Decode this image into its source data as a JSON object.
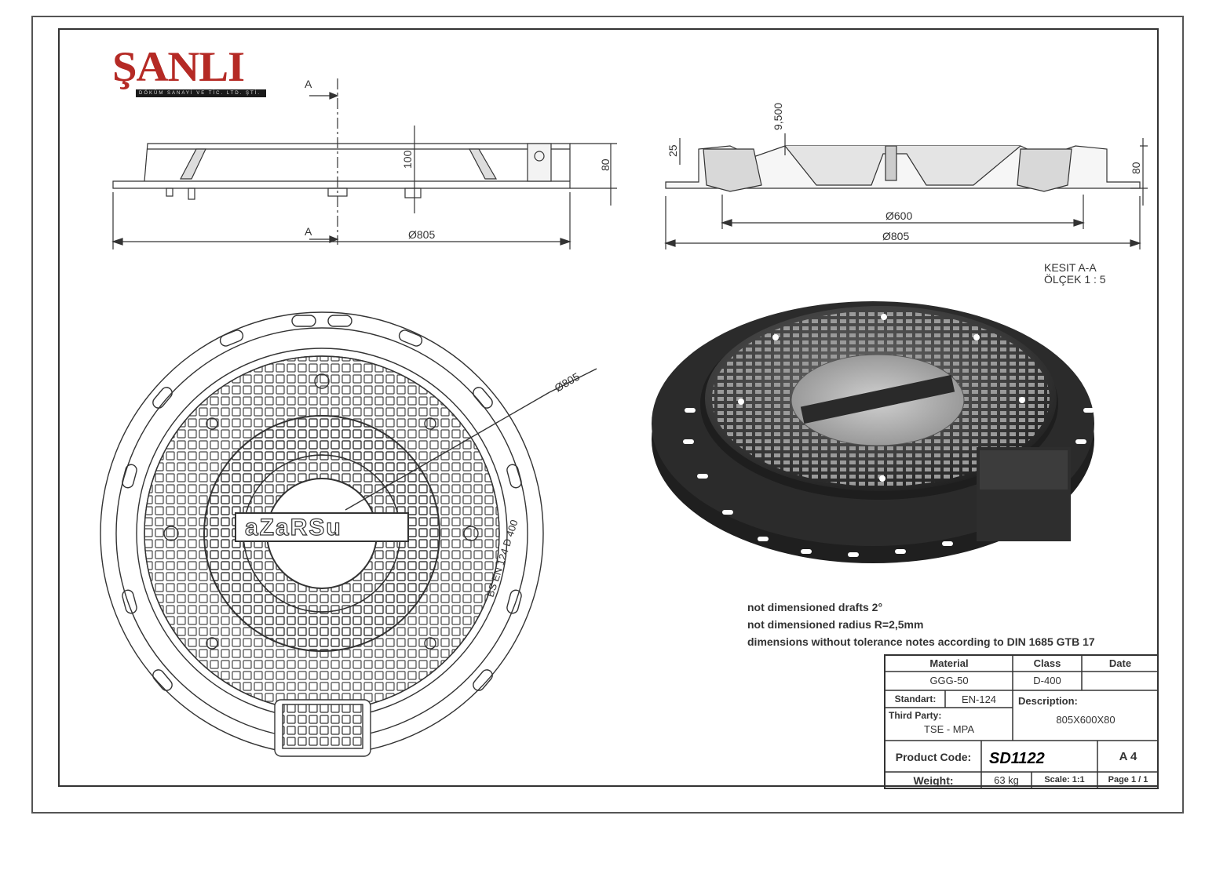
{
  "logo": {
    "name": "ŞANLI",
    "subtitle": "DÖKÜM SANAYİ VE TİC. LTD. ŞTİ."
  },
  "side_view": {
    "section_marker_top": "A",
    "section_marker_bottom": "A",
    "dim_height_100": "100",
    "dim_height_80": "80",
    "dim_diameter": "Ø805"
  },
  "section_view": {
    "dim_9500": "9,500",
    "dim_25": "25",
    "dim_80": "80",
    "dim_600": "Ø600",
    "dim_805": "Ø805"
  },
  "section_label": {
    "line1": "KESIT A-A",
    "line2": "ÖLÇEK 1 : 5"
  },
  "plan_view": {
    "dim_805": "Ø805",
    "rim_text": "BS EN 124 D 400",
    "brand_text": "aZaRSu"
  },
  "notes": [
    "not dimensioned drafts 2°",
    "not dimensioned radius R=2,5mm",
    "dimensions without tolerance notes according to DIN 1685 GTB 17"
  ],
  "title_block": {
    "material_label": "Material",
    "material_value": "GGG-50",
    "class_label": "Class",
    "class_value": "D-400",
    "date_label": "Date",
    "date_value": "",
    "standard_label": "Standart:",
    "standard_value": "EN-124",
    "third_party_label": "Third Party:",
    "third_party_value": "TSE  -  MPA",
    "description_label": "Description:",
    "description_value": "805X600X80",
    "product_code_label": "Product Code:",
    "product_code_value": "SD1122",
    "sheet_size": "A 4",
    "weight_label": "Weight:",
    "weight_value": "63 kg",
    "scale": "Scale: 1:1",
    "page": "Page 1 / 1"
  },
  "colors": {
    "logo_red": "#b52a25",
    "line": "#333333",
    "iron": "#2b2b2b"
  }
}
